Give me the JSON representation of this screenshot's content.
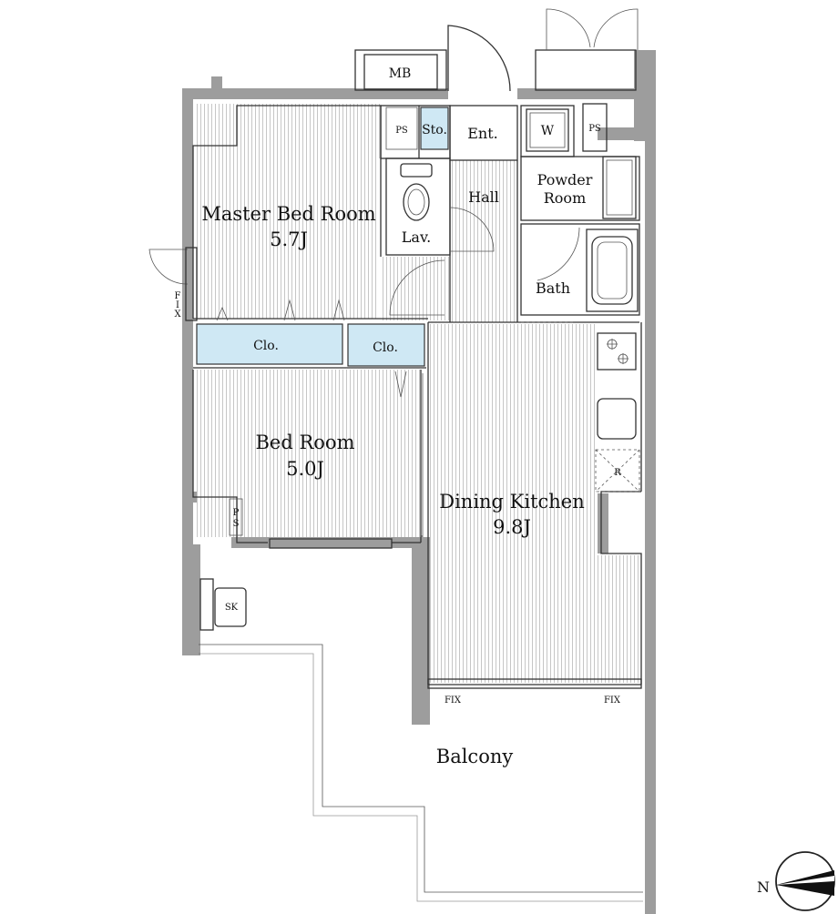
{
  "rooms": {
    "master_bed": {
      "name": "Master Bed Room",
      "size": "5.7J"
    },
    "bed": {
      "name": "Bed Room",
      "size": "5.0J"
    },
    "dining_kitchen": {
      "name": "Dining Kitchen",
      "size": "9.8J"
    },
    "balcony": {
      "name": "Balcony"
    },
    "hall": {
      "name": "Hall"
    },
    "entrance": {
      "name": "Ent."
    },
    "lavatory": {
      "name": "Lav."
    },
    "powder_room": {
      "name": "Powder",
      "name2": "Room"
    },
    "bath": {
      "name": "Bath"
    },
    "closet_1": {
      "name": "Clo."
    },
    "closet_2": {
      "name": "Clo."
    },
    "storage": {
      "name": "Sto."
    }
  },
  "fixtures": {
    "mb": "MB",
    "ps_top_left": "PS",
    "ps_top_right": "PS",
    "washer": "W",
    "ps_bed_1": "P",
    "ps_bed_2": "S",
    "sink": "SK",
    "fridge": "R",
    "fix_left_1": "F",
    "fix_left_2": "I",
    "fix_left_3": "X",
    "fix_balcony_left": "FIX",
    "fix_balcony_right": "FIX"
  },
  "compass": {
    "north": "N"
  },
  "colors": {
    "wall": "#9d9d9d",
    "floor_stripe": "#c9c9c9",
    "closet_fill": "#cfe8f4",
    "line": "#333333"
  }
}
